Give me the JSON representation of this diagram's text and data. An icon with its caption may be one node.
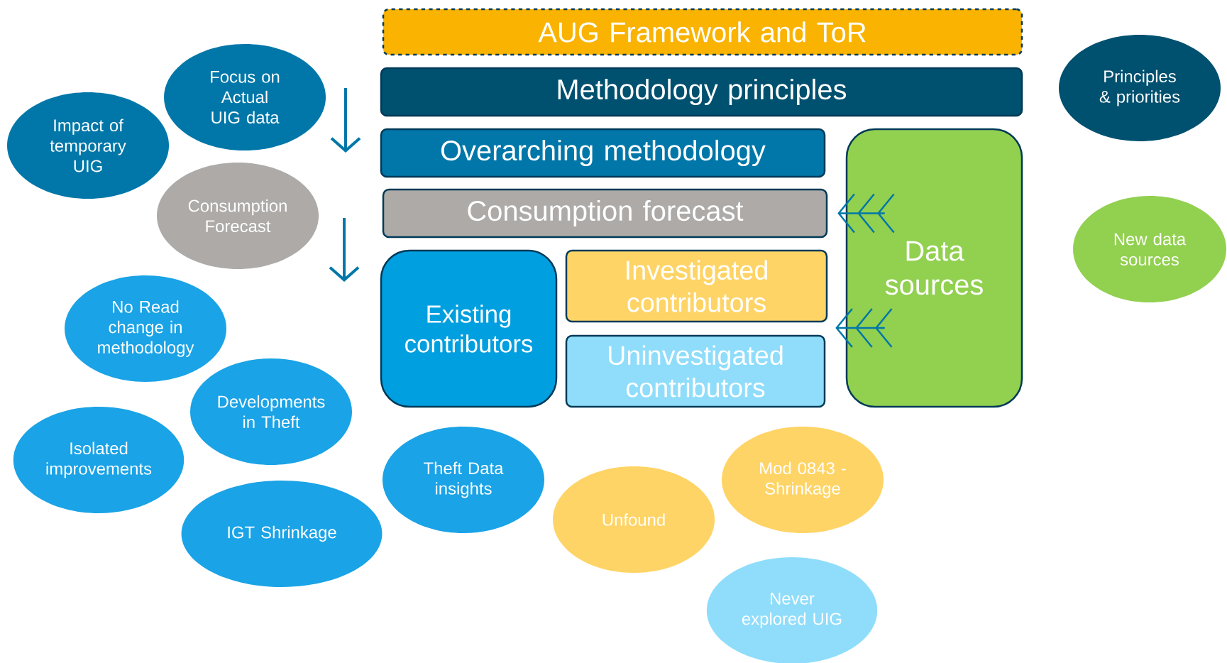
{
  "diagram": {
    "nodes": [
      {
        "text": [
          "AUG Framework and ToR"
        ]
      },
      {
        "text": [
          "Methodology principles"
        ]
      },
      {
        "text": [
          "Principles & priorities"
        ]
      },
      {
        "text": [
          "Focus on Actual UIG data"
        ]
      },
      {
        "text": [
          "Impact of temporary UIG"
        ]
      },
      {
        "text": [
          "Overarching methodology"
        ]
      },
      {
        "text": [
          "Data sources"
        ]
      },
      {
        "text": [
          "Consumption Forecast"
        ]
      },
      {
        "text": [
          "Consumption forecast"
        ]
      },
      {
        "text": [
          "New data sources"
        ]
      },
      {
        "text": [
          "Existing contributors"
        ]
      },
      {
        "text": [
          "Investigated contributors"
        ]
      },
      {
        "text": [
          "Uninvestigated contributors"
        ]
      },
      {
        "text": [
          "No Read change in methodology"
        ]
      },
      {
        "text": [
          "Developments in Theft"
        ]
      },
      {
        "text": [
          "Isolated improvements"
        ]
      },
      {
        "text": [
          "Theft Data insights"
        ]
      },
      {
        "text": [
          "IGT Shrinkage"
        ]
      },
      {
        "text": [
          "Unfound"
        ]
      },
      {
        "text": [
          "Mod 0843 - Shrinkage"
        ]
      },
      {
        "text": [
          "Never explored UIG"
        ]
      }
    ],
    "edges": [
      {
        "from": 6,
        "to": 8,
        "arrow": "to"
      },
      {
        "from": 6,
        "to": 12,
        "arrow": "to"
      }
    ]
  }
}
